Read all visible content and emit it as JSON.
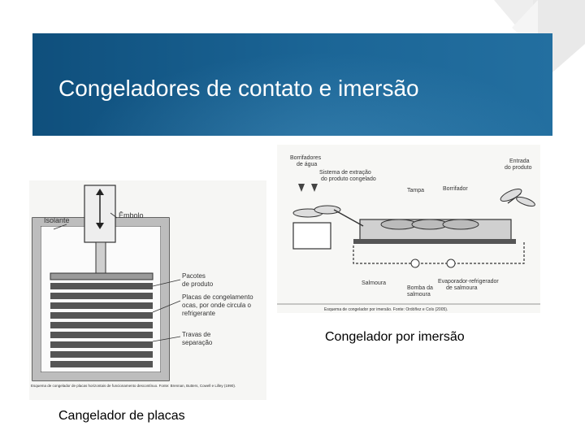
{
  "slide": {
    "title": "Congeladores de contato e imersão"
  },
  "figure_left": {
    "caption": "Cangelador de placas",
    "labels": {
      "isolante": "Isolante",
      "embolo": "Êmbolo",
      "pacotes": "Pacotes de produto",
      "placas": "Placas de congelamento ocas, por onde circula o refrigerante",
      "travas": "Travas de separação"
    },
    "source_note": "Esquema de congelador de placas horizontais de funcionamento descontínuo. Fonte: Brennan, Butters, Cowell e Lilley (1990)."
  },
  "figure_right": {
    "caption": "Congelador por imersão",
    "labels": {
      "borrifadores": "Borrifadores de água",
      "sistema": "Sistema de extração do produto congelado",
      "tampa": "Tampa",
      "borrifador": "Borrifador",
      "entrada": "Entrada do produto",
      "salmoura": "Salmoura",
      "bomba": "Bomba da salmoura",
      "evaporador": "Evaporador-refrigerador de salmoura"
    },
    "source_note": "Esquema de congelador por imersão. Fonte: Ordóñez e Cols (2005)."
  },
  "colors": {
    "title_bg": "#1b6596",
    "accent_tri": "#1f5f8f"
  }
}
